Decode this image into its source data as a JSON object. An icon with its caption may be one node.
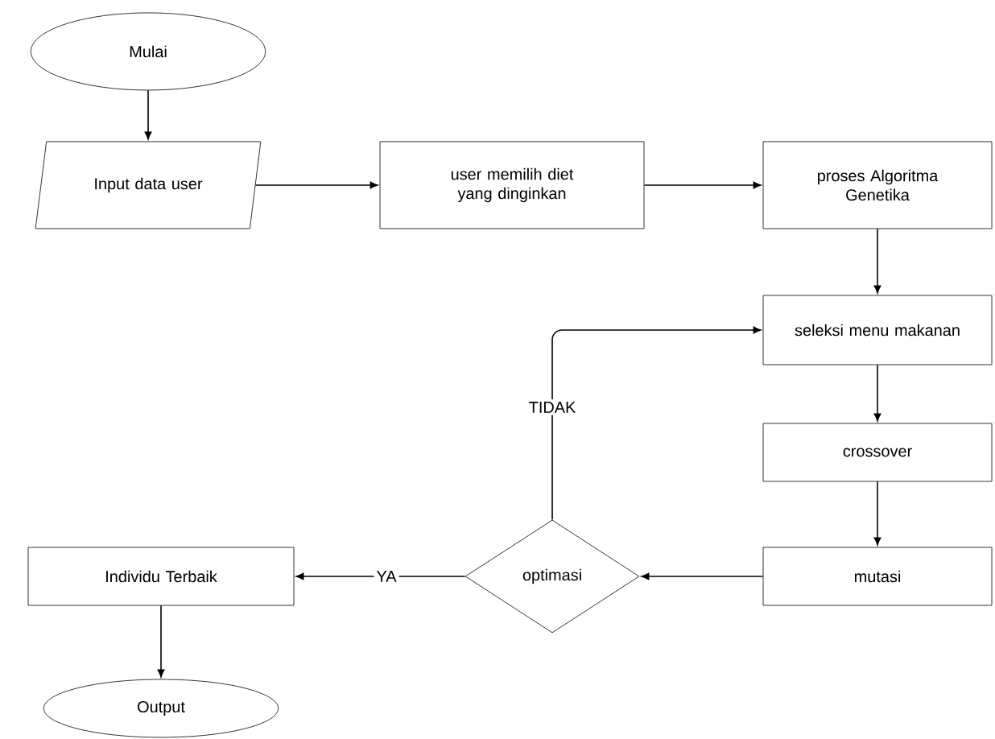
{
  "diagram": {
    "nodes": [
      {
        "text": [
          "Mulai"
        ]
      },
      {
        "text": [
          "Input data user"
        ]
      },
      {
        "text": [
          "user memilih diet yang dinginkan"
        ]
      },
      {
        "text": [
          "proses Algoritma Genetika"
        ]
      },
      {
        "text": [
          "seleksi menu makanan"
        ]
      },
      {
        "text": [
          "crossover"
        ]
      },
      {
        "text": [
          "mutasi"
        ]
      },
      {
        "text": [
          "optimasi"
        ]
      },
      {
        "text": [
          "Individu Terbaik"
        ]
      },
      {
        "text": [
          "Output"
        ]
      }
    ],
    "edges": [
      {
        "from": 0,
        "to": 1,
        "arrow": "to"
      },
      {
        "from": 1,
        "to": 2,
        "arrow": "to"
      },
      {
        "from": 2,
        "to": 3,
        "arrow": "to"
      },
      {
        "from": 3,
        "to": 4,
        "arrow": "to"
      },
      {
        "from": 4,
        "to": 5,
        "arrow": "to"
      },
      {
        "from": 5,
        "to": 6,
        "arrow": "to"
      },
      {
        "from": 6,
        "to": 7,
        "arrow": "to"
      },
      {
        "from": 7,
        "to": 8,
        "arrow": "to",
        "label": "YA"
      },
      {
        "from": 7,
        "to": 4,
        "arrow": "to",
        "label": "TIDAK"
      },
      {
        "from": 8,
        "to": 9,
        "arrow": "to"
      }
    ]
  }
}
